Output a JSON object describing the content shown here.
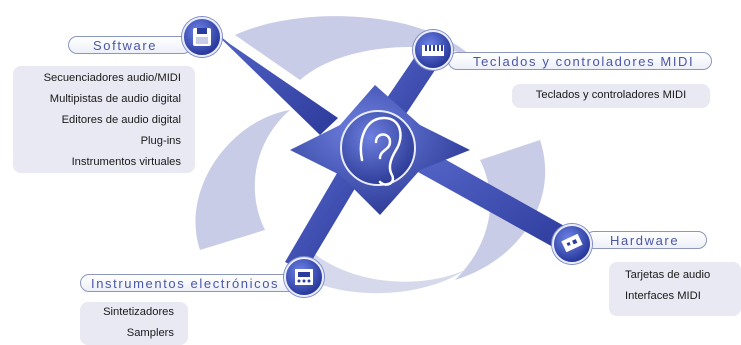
{
  "categories": {
    "software": {
      "label": "Software",
      "items": [
        "Secuenciadores audio/MIDI",
        "Multipistas de audio digital",
        "Editores de audio digital",
        "Plug-ins",
        "Instrumentos virtuales"
      ]
    },
    "teclados": {
      "label": "Teclados y controladores MIDI",
      "items": [
        "Teclados y controladores MIDI"
      ]
    },
    "hardware": {
      "label": "Hardware",
      "items": [
        "Tarjetas de audio",
        "Interfaces MIDI"
      ]
    },
    "instrumentos": {
      "label": "Instrumentos electrónicos",
      "items": [
        "Sintetizadores",
        "Samplers"
      ]
    }
  },
  "icons": {
    "software": "floppy-disk-icon",
    "teclados": "keyboard-icon",
    "hardware": "sound-card-icon",
    "instrumentos": "synthesizer-icon",
    "center": "ear-icon"
  },
  "colors": {
    "primary_blue": "#3d4fb5",
    "swirl_light": "#c9cce6",
    "pill_border": "#8d96bd",
    "pill_text": "#4a56a8",
    "box_bg": "#e8e9f2"
  }
}
